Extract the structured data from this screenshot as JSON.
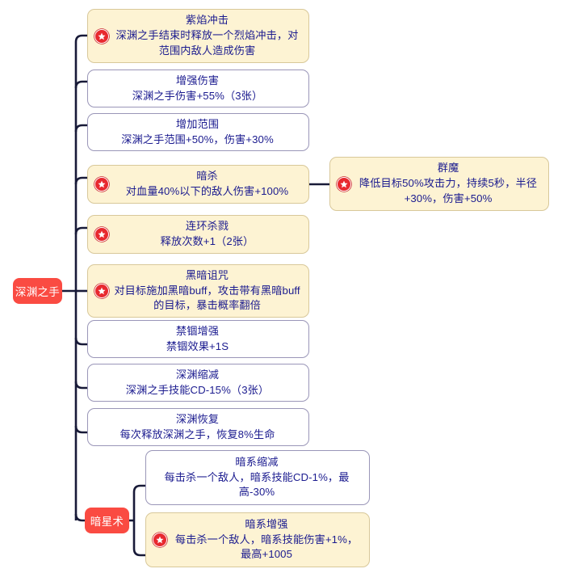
{
  "diagram": {
    "type": "skill-tree",
    "root": {
      "label": "深渊之手",
      "color": "#fa4b42"
    },
    "branch_badge": {
      "label": "暗星术",
      "color": "#fa4b42"
    },
    "colors": {
      "highlight_fill": "#fdf3d3",
      "highlight_border": "#d8c89a",
      "plain_fill": "#ffffff",
      "plain_border": "#9a96b8",
      "text": "#1b1b8f",
      "wire": "#181a38",
      "star_badge": "#e8292f"
    },
    "icons": {
      "star": "star-icon"
    }
  },
  "nodes": [
    {
      "title": "紫焰冲击",
      "desc": "深渊之手结束时释放一个烈焰冲击，对范围内敌人造成伤害",
      "starred": true,
      "style": "gold"
    },
    {
      "title": "增强伤害",
      "desc": "深渊之手伤害+55%（3张）",
      "starred": false,
      "style": "white"
    },
    {
      "title": "增加范围",
      "desc": "深渊之手范围+50%，伤害+30%",
      "starred": false,
      "style": "white"
    },
    {
      "title": "暗杀",
      "desc": "对血量40%以下的敌人伤害+100%",
      "starred": true,
      "style": "gold"
    },
    {
      "title": "连环杀戮",
      "desc": "释放次数+1（2张）",
      "starred": true,
      "style": "gold"
    },
    {
      "title": "黑暗诅咒",
      "desc": "对目标施加黑暗buff，攻击带有黑暗buff的目标，暴击概率翻倍",
      "starred": true,
      "style": "gold"
    },
    {
      "title": "禁锢增强",
      "desc": "禁锢效果+1S",
      "starred": false,
      "style": "white"
    },
    {
      "title": "深渊缩减",
      "desc": "深渊之手技能CD-15%（3张）",
      "starred": false,
      "style": "white"
    },
    {
      "title": "深渊恢复",
      "desc": "每次释放深渊之手，恢复8%生命",
      "starred": false,
      "style": "white"
    }
  ],
  "side_node": {
    "title": "群魔",
    "desc": "降低目标50%攻击力，持续5秒，半径+30%，伤害+50%",
    "starred": true,
    "style": "gold",
    "parent": "暗杀"
  },
  "sub_nodes": [
    {
      "title": "暗系缩减",
      "desc": "每击杀一个敌人，暗系技能CD-1%，最高-30%",
      "starred": false,
      "style": "white"
    },
    {
      "title": "暗系增强",
      "desc": "每击杀一个敌人，暗系技能伤害+1%，最高+1005",
      "starred": true,
      "style": "gold"
    }
  ]
}
